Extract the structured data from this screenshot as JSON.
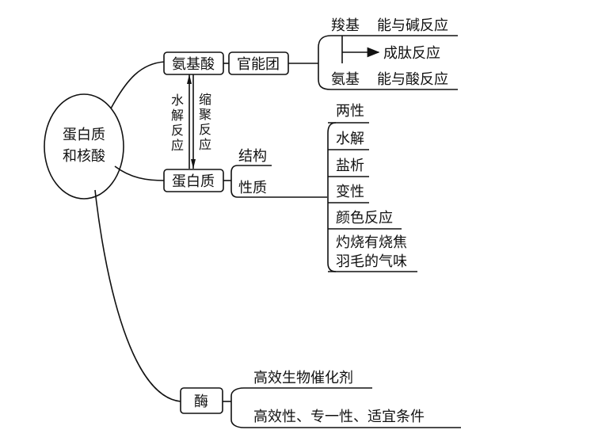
{
  "center": {
    "line1": "蛋白质",
    "line2": "和核酸"
  },
  "amino_acid": {
    "label": "氨基酸",
    "functional_group": "官能团",
    "carboxyl": {
      "name": "羧基",
      "property": "能与碱反应"
    },
    "amino": {
      "name": "氨基",
      "property": "能与酸反应"
    },
    "peptide": "成肽反应"
  },
  "conversion": {
    "hydrolysis": [
      "水",
      "解",
      "反",
      "应"
    ],
    "condensation": [
      "缩",
      "聚",
      "反",
      "应"
    ]
  },
  "protein": {
    "label": "蛋白质",
    "structure": "结构",
    "properties_label": "性质",
    "properties": [
      "两性",
      "水解",
      "盐析",
      "变性",
      "颜色反应"
    ],
    "burn_line1": "灼烧有烧焦",
    "burn_line2": "羽毛的气味"
  },
  "enzyme": {
    "label": "酶",
    "item1": "高效生物催化剂",
    "item2": "高效性、专一性、适宜条件"
  }
}
